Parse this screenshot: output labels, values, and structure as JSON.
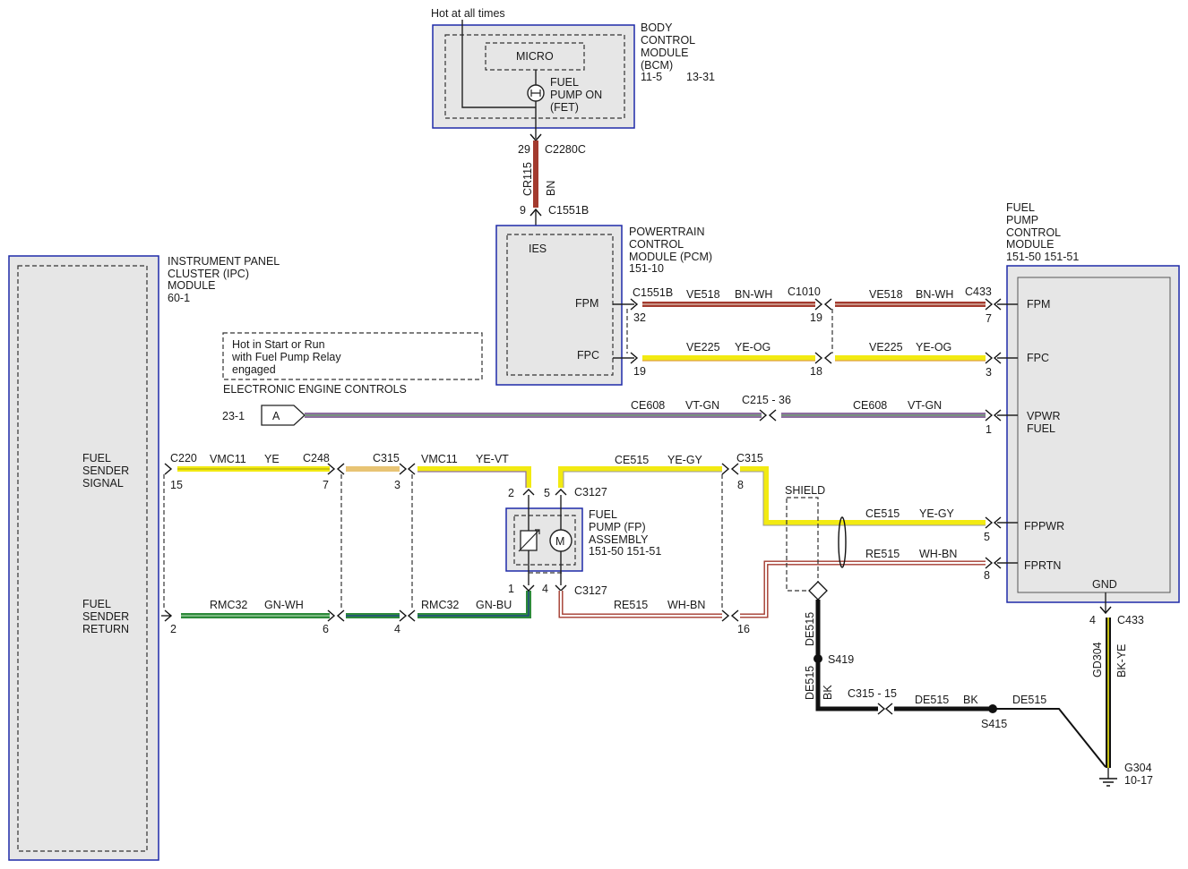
{
  "bcm": {
    "hot": "Hot at all times",
    "name": [
      "BODY",
      "CONTROL",
      "MODULE",
      "(BCM)"
    ],
    "ref1": "11-5",
    "ref2": "13-31",
    "micro": "MICRO",
    "fet": [
      "FUEL",
      "PUMP ON",
      "(FET)"
    ]
  },
  "conn_bcm": {
    "pin": "29",
    "conn": "C2280C",
    "circuit": "CR115",
    "color": "BN",
    "pin2": "9",
    "conn2": "C1551B"
  },
  "pcm": {
    "name": [
      "POWERTRAIN",
      "CONTROL",
      "MODULE (PCM)",
      "151-10"
    ],
    "ies": "IES",
    "fpm": "FPM",
    "fpc": "FPC"
  },
  "fpcm": {
    "name": [
      "FUEL",
      "PUMP",
      "CONTROL",
      "MODULE"
    ],
    "ref": "151-50  151-51",
    "pins": [
      "FPM",
      "FPC",
      "VPWR",
      "FUEL",
      "FPPWR",
      "FPRTN",
      "GND"
    ]
  },
  "ipc": {
    "name": [
      "INSTRUMENT PANEL",
      "CLUSTER (IPC)",
      "MODULE",
      "60-1"
    ],
    "signal": [
      "FUEL",
      "SENDER",
      "SIGNAL"
    ],
    "return": [
      "FUEL",
      "SENDER",
      "RETURN"
    ]
  },
  "note": {
    "text": [
      "Hot in Start or Run",
      "with Fuel Pump Relay",
      "engaged"
    ],
    "eec": "ELECTRONIC ENGINE CONTROLS"
  },
  "offpage": {
    "ref": "23-1",
    "letter": "A"
  },
  "fpm_row": {
    "c1": "C1551B",
    "p1": "32",
    "w1": "VE518",
    "col1": "BN-WH",
    "c2": "C1010",
    "p2": "19",
    "w2": "VE518",
    "col2": "BN-WH",
    "c3": "C433",
    "p3": "7"
  },
  "fpc_row": {
    "p1": "19",
    "w1": "VE225",
    "col1": "YE-OG",
    "p2": "18",
    "w2": "VE225",
    "col2": "YE-OG",
    "p3": "3"
  },
  "vpwr_row": {
    "w1": "CE608",
    "col1": "VT-GN",
    "c2": "C215 - 36",
    "w2": "CE608",
    "col2": "VT-GN",
    "p3": "1"
  },
  "sig_row": {
    "c1": "C220",
    "w1": "VMC11",
    "col1": "YE",
    "c2": "C248",
    "p1": "15",
    "p2": "7",
    "c3": "C315",
    "p3": "3",
    "w3": "VMC11",
    "col3": "YE-VT",
    "p4": "2",
    "p5": "5",
    "c4": "C3127"
  },
  "ret_row": {
    "w1": "RMC32",
    "col1": "GN-WH",
    "p1": "2",
    "p2": "6",
    "p3": "4",
    "w3": "RMC32",
    "col3": "GN-BU",
    "p4": "1",
    "p5": "4",
    "c4": "C3127"
  },
  "fp": {
    "name": [
      "FUEL",
      "PUMP (FP)",
      "ASSEMBLY",
      "151-50  151-51"
    ],
    "motor": "M"
  },
  "fppwr_row": {
    "w1": "CE515",
    "col1": "YE-GY",
    "c1": "C315",
    "p1": "8",
    "w2": "CE515",
    "col2": "YE-GY",
    "p2": "5"
  },
  "fprtn_row": {
    "w1": "RE515",
    "col1": "WH-BN",
    "p1": "16",
    "w2": "RE515",
    "col2": "WH-BN",
    "p2": "8"
  },
  "ground": {
    "shield": "SHIELD",
    "de515a": "DE515",
    "s419": "S419",
    "de515b": "DE515",
    "bk": "BK",
    "c315": "C315 - 15",
    "de515c": "DE515",
    "bk2": "BK",
    "s415": "S415",
    "de515d": "DE515",
    "gpin": "4",
    "gconn": "C433",
    "gd304": "GD304",
    "bkye": "BK-YE",
    "g304": "G304",
    "gref": "10-17"
  },
  "colors": {
    "brown": "#a33a2e",
    "yellow": "#f2ea12",
    "violet": "#8e6fa0",
    "green": "#2d8a3a",
    "tan": "#d7a868",
    "blue": "#1f2aa8"
  }
}
